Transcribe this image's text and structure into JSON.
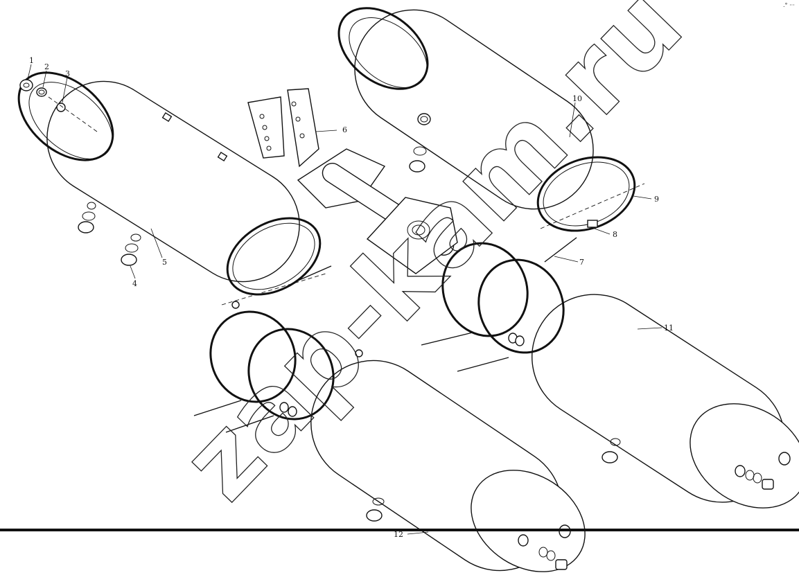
{
  "diagram": {
    "callouts": [
      "1",
      "2",
      "3",
      "4",
      "5",
      "6",
      "7",
      "8",
      "9",
      "10",
      "11",
      "12"
    ],
    "watermark": "zap-kam.ru",
    "corner_mark": ".° ···"
  }
}
